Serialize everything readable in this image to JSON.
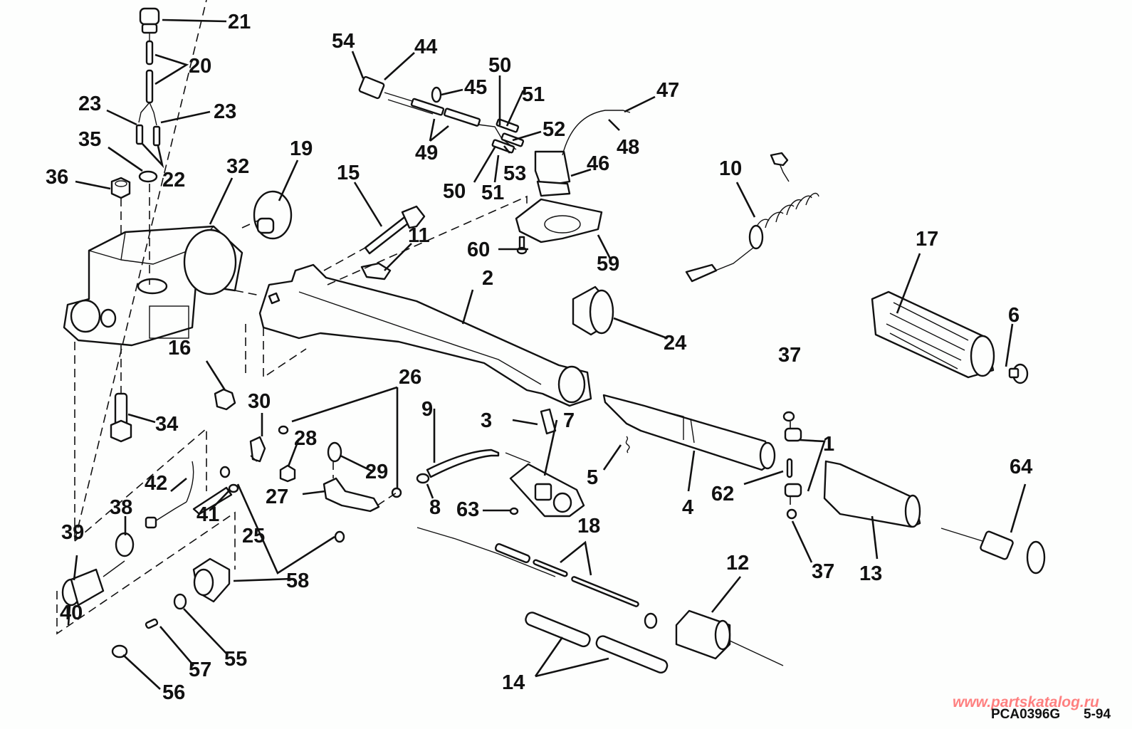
{
  "diagram": {
    "title": "Steering handle / tiller arm exploded parts diagram",
    "callouts": [
      "1",
      "2",
      "3",
      "4",
      "5",
      "6",
      "7",
      "8",
      "9",
      "10",
      "11",
      "12",
      "13",
      "14",
      "15",
      "16",
      "17",
      "18",
      "19",
      "20",
      "21",
      "22",
      "23",
      "23",
      "24",
      "25",
      "26",
      "27",
      "28",
      "29",
      "30",
      "32",
      "34",
      "35",
      "36",
      "37",
      "37",
      "38",
      "39",
      "40",
      "41",
      "42",
      "44",
      "45",
      "46",
      "47",
      "48",
      "49",
      "50",
      "50",
      "51",
      "51",
      "52",
      "53",
      "54",
      "55",
      "56",
      "57",
      "58",
      "59",
      "60",
      "62",
      "63",
      "64"
    ],
    "drawing_code": "PCA0396G",
    "date": "5-94",
    "watermark": "www.partskatalog.ru"
  }
}
